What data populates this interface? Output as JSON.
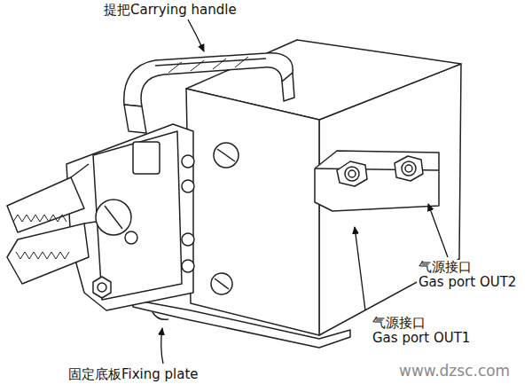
{
  "diagram": {
    "labels": [
      "提把Carrying handle",
      "气源接口 Gas port OUT2",
      "气源接口 Gas port OUT1",
      "固定底板Fixing plate",
      "www.dzsc.com"
    ]
  }
}
